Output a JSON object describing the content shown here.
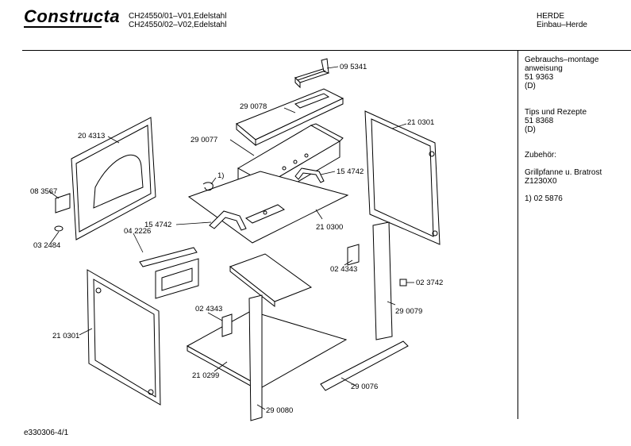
{
  "header": {
    "brand": "Constructa",
    "model_line1": "CH24550/01–V01,Edelstahl",
    "model_line2": "CH24550/02–V02,Edelstahl",
    "category_line1": "HERDE",
    "category_line2": "Einbau–Herde"
  },
  "side_panel": {
    "manual_label_1": "Gebrauchs–montage",
    "manual_label_2": "anweisung",
    "manual_number": "51 9363",
    "manual_lang": "(D)",
    "tips_label": "Tips und Rezepte",
    "tips_number": "51 8368",
    "tips_lang": "(D)",
    "accessories_label": "Zubehör:",
    "accessory_name": "Grillpfanne u. Bratrost",
    "accessory_code": "Z1230X0",
    "footnote": "1)  02 5876"
  },
  "part_labels": {
    "p095341": "09 5341",
    "p290078": "29 0078",
    "p204313": "20 4313",
    "p290077": "29 0077",
    "p210301a": "21 0301",
    "p083567": "08 3567",
    "p1note": "1)",
    "p154742a": "15 4742",
    "p154742b": "15 4742",
    "p210300": "21 0300",
    "p032484": "03 2484",
    "p042226": "04 2226",
    "p024343a": "02 4343",
    "p023742": "02 3742",
    "p210301b": "21 0301",
    "p024343b": "02 4343",
    "p290079": "29 0079",
    "p210299": "21 0299",
    "p290076": "29 0076",
    "p290080": "29 0080"
  },
  "footer": {
    "drawing_id": "e330306-4/1"
  }
}
